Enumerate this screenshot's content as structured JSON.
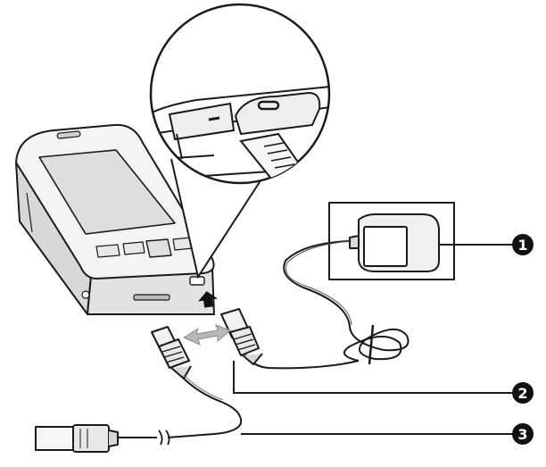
{
  "diagram": {
    "callouts": [
      {
        "id": "1",
        "number": "1",
        "target": "ac-adapter"
      },
      {
        "id": "2",
        "number": "2",
        "target": "adapter-cable-plug"
      },
      {
        "id": "3",
        "number": "3",
        "target": "usb-sync-cable"
      }
    ],
    "colors": {
      "line": "#1a1a1a",
      "device_fill": "#f2f2f2",
      "screen_fill": "#dcdcdc",
      "callout_fill": "#111111",
      "arrow": "#111111"
    },
    "icons": [
      "pda-device-icon",
      "ac-adapter-icon",
      "usb-plug-icon",
      "mini-usb-plug-icon",
      "magnifier-callout-icon",
      "insert-arrow-icon",
      "bidirectional-arrow-icon"
    ]
  }
}
